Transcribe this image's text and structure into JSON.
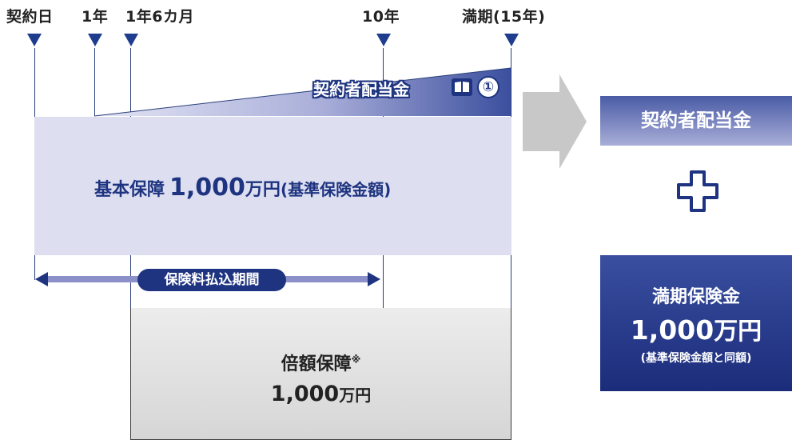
{
  "timeline": {
    "contract_date": "契約日",
    "year1": "1年",
    "year1_6m": "1年6カ月",
    "year10": "10年",
    "maturity": "満期(15年)"
  },
  "dividend": {
    "label": "契約者配当金",
    "icon": "book-icon",
    "ref": "①"
  },
  "basic": {
    "label": "基本保障",
    "amount_num": "1,000",
    "amount_unit": "万円",
    "note": "(基準保険金額)"
  },
  "premium_period": "保険料払込期間",
  "double": {
    "label": "倍額保障",
    "mark": "※",
    "amount_num": "1,000",
    "amount_unit": "万円"
  },
  "result": {
    "dividend_label": "契約者配当金",
    "plus_icon": "plus-icon",
    "maturity_title": "満期保険金",
    "maturity_num": "1,000",
    "maturity_unit": "万円",
    "maturity_note": "(基準保険金額と同額)"
  },
  "colors": {
    "navy": "#1e3480",
    "basic_fill": "#dddff0",
    "arrow_grey": "#c8c8c8",
    "premium_line": "#8c90c9"
  }
}
